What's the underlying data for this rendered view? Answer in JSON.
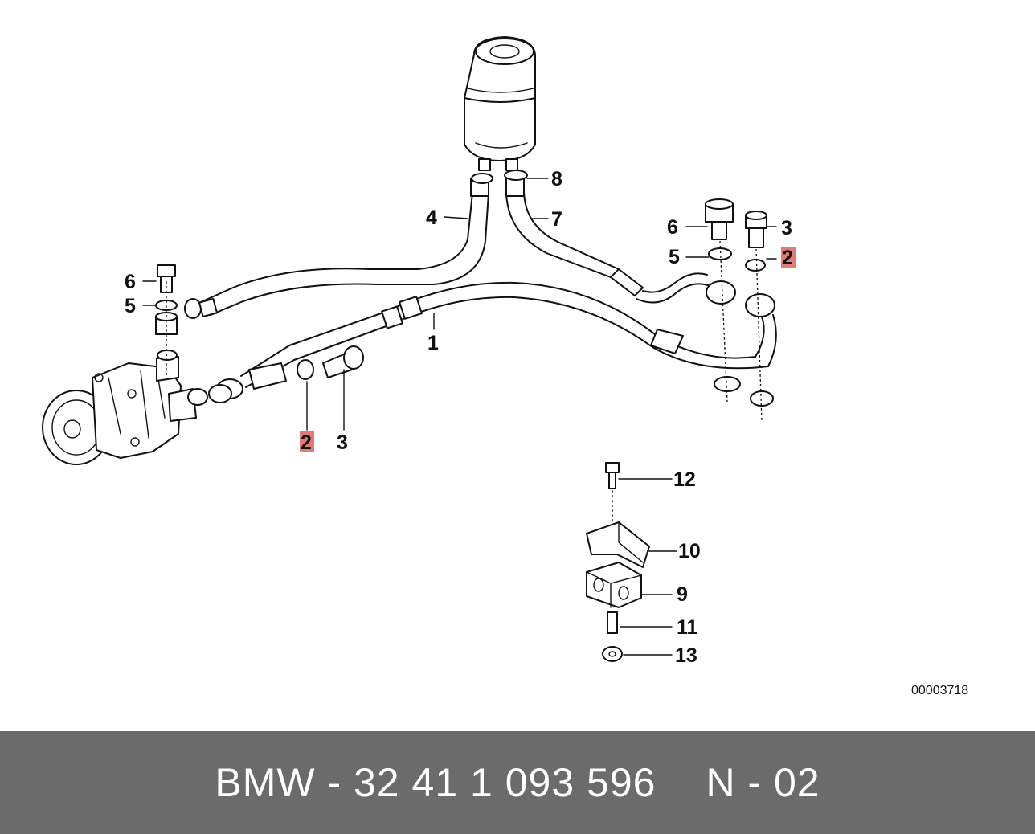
{
  "diagram": {
    "callouts": {
      "c1": "1",
      "c2_left": "2",
      "c2_right": "2",
      "c3_left": "3",
      "c3_right": "3",
      "c4": "4",
      "c5_left": "5",
      "c5_right": "5",
      "c6_left": "6",
      "c6_right": "6",
      "c7": "7",
      "c8": "8",
      "c9": "9",
      "c10": "10",
      "c11": "11",
      "c12": "12",
      "c13": "13"
    },
    "highlight_color": "#e37a7a",
    "document_number": "00003718"
  },
  "footer": {
    "part_label": "BMW - 32 41 1 093 596",
    "qty_label": "N - 02",
    "background_color": "#6b6b6b"
  }
}
